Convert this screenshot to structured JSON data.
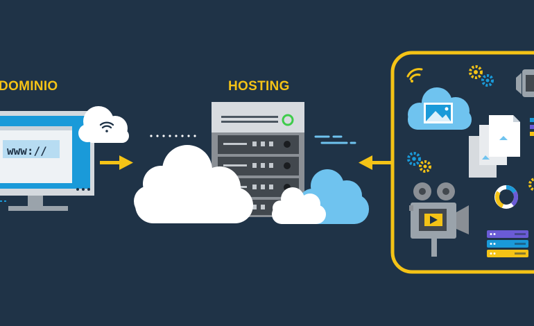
{
  "labels": {
    "dominio": "DOMINIO",
    "hosting": "HOSTING",
    "url": "www://"
  },
  "colors": {
    "background": "#1f3347",
    "accent_yellow": "#f4c316",
    "monitor_blue": "#1a9ad9",
    "server_gray": "#8a8f95",
    "cloud_white": "#ffffff",
    "cloud_blue": "#6fc3ef",
    "power_green": "#3ecc4a"
  },
  "icons": [
    "monitor-icon",
    "wifi-icon",
    "cloud-icon",
    "server-icon",
    "arrow-right-icon",
    "arrow-left-icon",
    "gear-icon",
    "image-icon",
    "document-icon",
    "video-camera-icon",
    "play-icon",
    "donut-chart-icon",
    "database-icon"
  ]
}
